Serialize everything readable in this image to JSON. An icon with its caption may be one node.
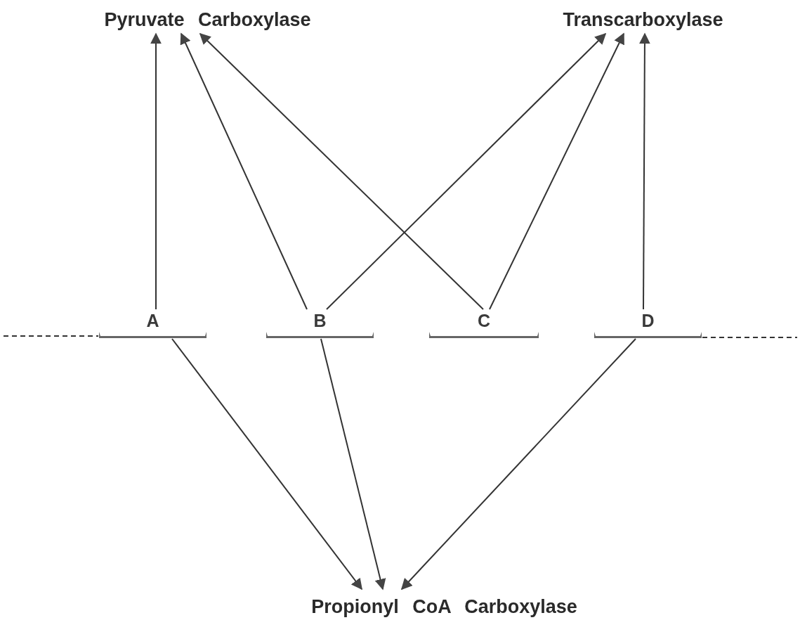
{
  "diagram": {
    "nodes": [
      {
        "text": [
          "Pyruvate Carboxylase"
        ]
      },
      {
        "text": [
          "Transcarboxylase"
        ]
      },
      {
        "text": [
          "A"
        ]
      },
      {
        "text": [
          "B"
        ]
      },
      {
        "text": [
          "C"
        ]
      },
      {
        "text": [
          "D"
        ]
      },
      {
        "text": [
          "Propionyl CoA Carboxylase"
        ]
      }
    ],
    "edges": [
      {
        "from": 2,
        "to": 0,
        "arrow": "to"
      },
      {
        "from": 3,
        "to": 0,
        "arrow": "to"
      },
      {
        "from": 4,
        "to": 0,
        "arrow": "to"
      },
      {
        "from": 3,
        "to": 1,
        "arrow": "to"
      },
      {
        "from": 4,
        "to": 1,
        "arrow": "to"
      },
      {
        "from": 5,
        "to": 1,
        "arrow": "to"
      },
      {
        "from": 2,
        "to": 6,
        "arrow": "to"
      },
      {
        "from": 3,
        "to": 6,
        "arrow": "to"
      },
      {
        "from": 5,
        "to": 6,
        "arrow": "to"
      },
      {
        "from": null,
        "to": 2,
        "arrow": "none",
        "style": "dashed"
      },
      {
        "from": 5,
        "to": null,
        "arrow": "none",
        "style": "dashed"
      }
    ]
  }
}
